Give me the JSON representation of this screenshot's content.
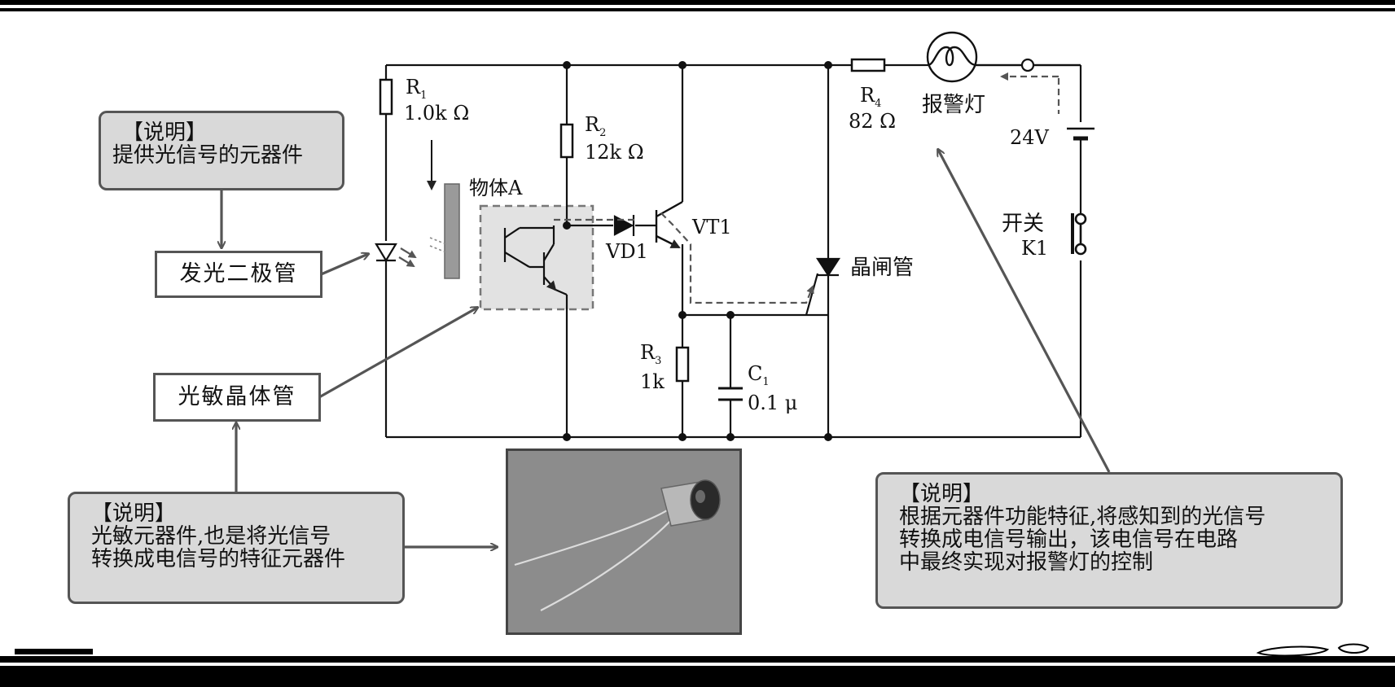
{
  "note_top_left": {
    "heading": "【说明】",
    "line1": "提供光信号的元器件"
  },
  "note_bottom_left": {
    "heading": "【说明】",
    "line1": "光敏元器件,也是将光信号",
    "line2": "转换成电信号的特征元器件"
  },
  "note_right": {
    "heading": "【说明】",
    "line1": "根据元器件功能特征,将感知到的光信号",
    "line2": "转换成电信号输出，该电信号在电路",
    "line3": "中最终实现对报警灯的控制"
  },
  "box_led": "发光二极管",
  "box_phototransistor": "光敏晶体管",
  "components": {
    "r1_name": "R",
    "r1_sub": "1",
    "r1_value": "1.0k Ω",
    "r2_name": "R",
    "r2_sub": "2",
    "r2_value": "12k Ω",
    "r3_name": "R",
    "r3_sub": "3",
    "r3_value": "1k",
    "r4_name": "R",
    "r4_sub": "4",
    "r4_value": "82 Ω",
    "c1_name": "C",
    "c1_sub": "1",
    "c1_value": "0.1 μ",
    "vd1": "VD1",
    "vt1": "VT1",
    "object": "物体A",
    "lamp": "报警灯",
    "battery": "24V",
    "switch_name": "开关",
    "switch_id": "K1",
    "thyristor": "晶闸管"
  },
  "colors": {
    "note_bg": "#d9d9d9",
    "dashed_box_bg": "#e2e2e2",
    "arrow": "#555555"
  }
}
